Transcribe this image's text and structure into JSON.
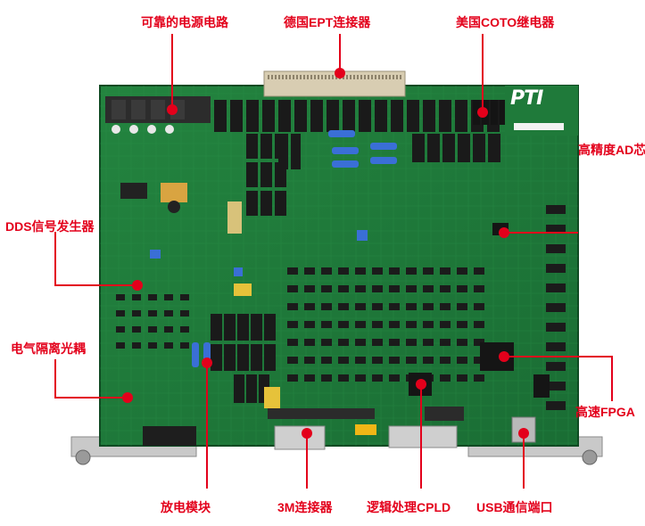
{
  "image": {
    "description_labels": [
      {
        "id": "power",
        "text": "可靠的电源电路"
      },
      {
        "id": "ept",
        "text": "德国EPT连接器"
      },
      {
        "id": "coto",
        "text": "美国COTO继电器"
      },
      {
        "id": "ad",
        "text": "高精度AD芯片"
      },
      {
        "id": "dds",
        "text": "DDS信号发生器"
      },
      {
        "id": "optocoupler",
        "text": "电气隔离光耦"
      },
      {
        "id": "fpga",
        "text": "高速FPGA"
      },
      {
        "id": "discharge",
        "text": "放电模块"
      },
      {
        "id": "conn3m",
        "text": "3M连接器"
      },
      {
        "id": "cpld",
        "text": "逻辑处理CPLD"
      },
      {
        "id": "usb",
        "text": "USB通信端口"
      }
    ],
    "board_logo": "PTI",
    "colors": {
      "pcb_green": "#1f7a3a",
      "pcb_dark": "#16602c",
      "annotation_red": "#e3001b",
      "relay_black": "#1a1a1a",
      "connector_beige": "#d8cdb2"
    }
  }
}
